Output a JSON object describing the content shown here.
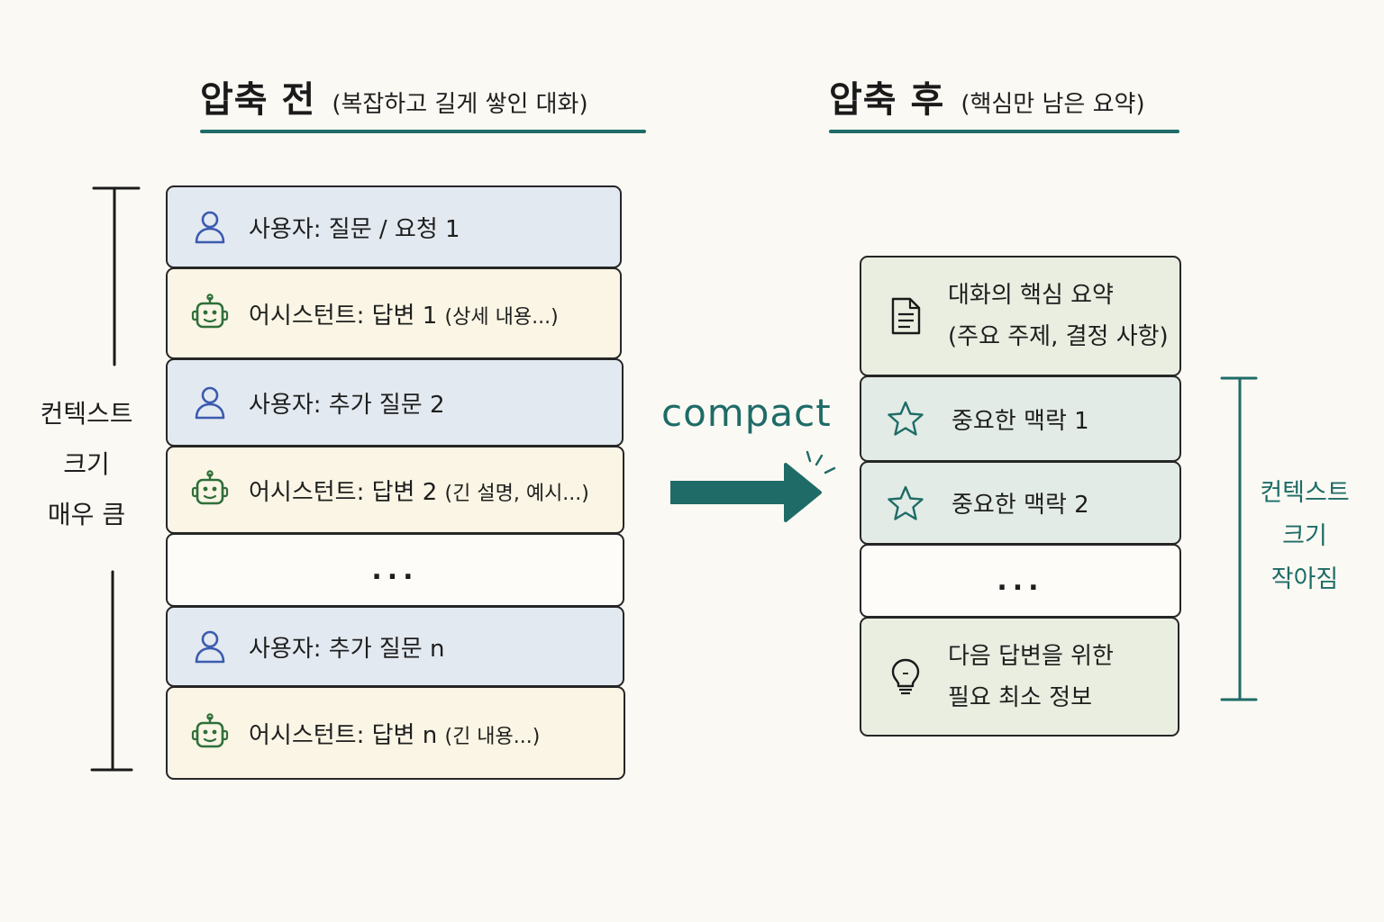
{
  "before": {
    "title": "압축 전",
    "subtitle": "(복잡하고 길게 쌓인 대화)",
    "side_label": [
      "컨텍스트",
      "크기",
      "매우 큼"
    ],
    "items": [
      {
        "kind": "user",
        "icon": "user-icon",
        "text": "사용자: 질문 / 요청 1",
        "note": ""
      },
      {
        "kind": "assistant",
        "icon": "robot-icon",
        "text": "어시스턴트: 답변 1",
        "note": "(상세 내용...)"
      },
      {
        "kind": "user",
        "icon": "user-icon",
        "text": "사용자: 추가 질문 2",
        "note": ""
      },
      {
        "kind": "assistant",
        "icon": "robot-icon",
        "text": "어시스턴트: 답변 2",
        "note": "(긴 설명, 예시...)"
      },
      {
        "kind": "ellipsis",
        "text": "..."
      },
      {
        "kind": "user",
        "icon": "user-icon",
        "text": "사용자: 추가 질문 n",
        "note": ""
      },
      {
        "kind": "assistant",
        "icon": "robot-icon",
        "text": "어시스턴트: 답변 n",
        "note": "(긴 내용...)"
      }
    ]
  },
  "arrow": {
    "label": "compact"
  },
  "after": {
    "title": "압축 후",
    "subtitle": "(핵심만 남은 요약)",
    "side_label": [
      "컨텍스트",
      "크기",
      "작아짐"
    ],
    "items": [
      {
        "kind": "summary",
        "icon": "document-icon",
        "lines": [
          "대화의 핵심 요약",
          "(주요 주제, 결정 사항)"
        ]
      },
      {
        "kind": "context",
        "icon": "star-icon",
        "text": "중요한 맥락 1"
      },
      {
        "kind": "context",
        "icon": "star-icon",
        "text": "중요한 맥락 2"
      },
      {
        "kind": "ellipsis",
        "text": "..."
      },
      {
        "kind": "summary",
        "icon": "lightbulb-icon",
        "lines": [
          "다음 답변을 위한",
          "필요 최소 정보"
        ]
      }
    ]
  },
  "colors": {
    "accent": "#1e6b67",
    "user_bg": "#e3e9f0",
    "assistant_bg": "#faf5e4",
    "summary_bg": "#e9eee0",
    "context_bg": "#e2ebe6",
    "user_icon": "#3b5bb0",
    "robot_icon": "#2f6f3a"
  }
}
